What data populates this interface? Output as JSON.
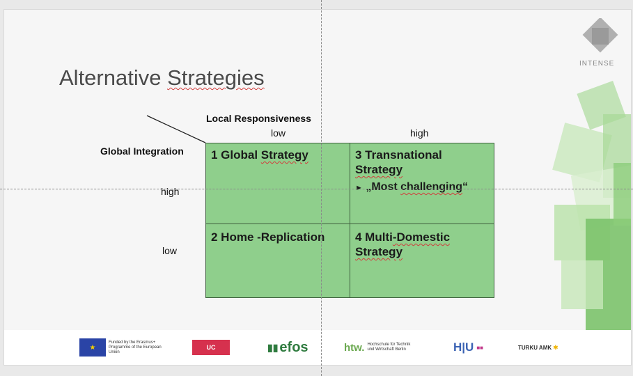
{
  "slide": {
    "title_part1": "Alternative ",
    "title_part2": "Strategies",
    "axis_x_label": "Local Responsiveness",
    "axis_y_label": "Global Integration",
    "x_low": "low",
    "x_high": "high",
    "y_high": "high",
    "y_low": "low",
    "cells": {
      "c1_num": "1 Global ",
      "c1_word": "Strategy",
      "c2": "2 Home -Replication",
      "c3_line1": "3  Transnational",
      "c3_line2": "Strategy",
      "c3_bullet_open": "„",
      "c3_bullet_word1": "Most",
      "c3_bullet_word2": "challenging",
      "c3_bullet_close": "“",
      "c4_line1a": "4 Multi",
      "c4_line1b": "-Domestic",
      "c4_line2": "Strategy"
    }
  },
  "brand": {
    "name": "INTENSE"
  },
  "footer": {
    "eu_text": "Funded by the Erasmus+ Programme of the European Union",
    "uc_text": "UC",
    "efos_text": "efos",
    "htw_text": "htw.",
    "htw_sub": "Hochschule für Technik und Wirtschaft Berlin",
    "hu_text": "H|U",
    "turku_text": "TURKU AMK"
  },
  "colors": {
    "matrix_fill": "#8fcf8c",
    "accent_green": "#7cc36b"
  }
}
